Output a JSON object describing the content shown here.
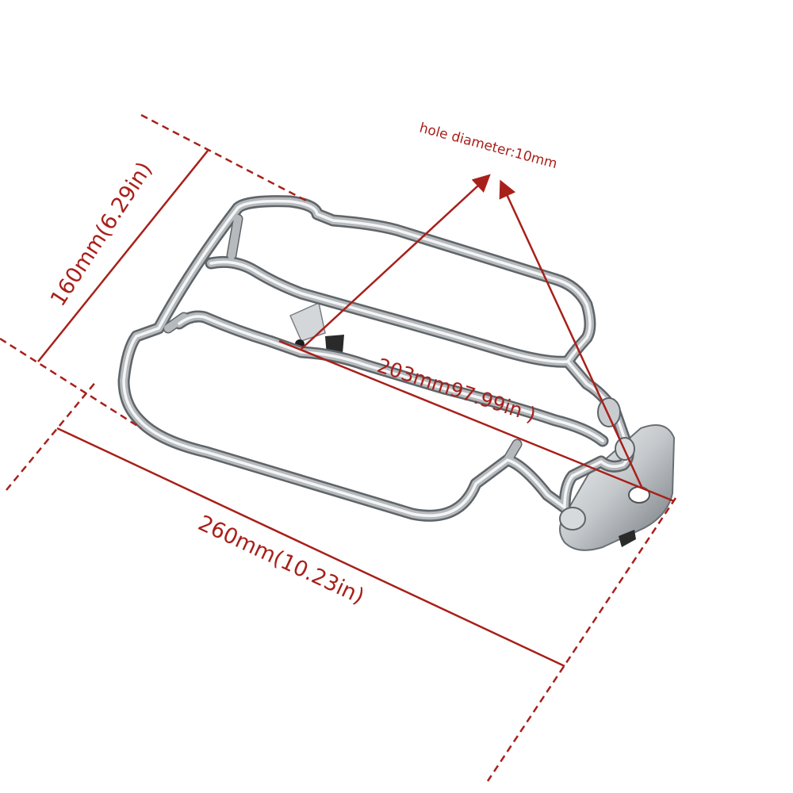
{
  "dimensions": {
    "width_label": "160mm(6.29in)",
    "length_label": "260mm(10.23in)",
    "span_label": "203mm97.99in )",
    "hole_label": "hole diameter:10mm"
  },
  "colors": {
    "dimension": "#a8201a",
    "chrome_dark": "#5f6468",
    "chrome_mid": "#b6babd",
    "chrome_light": "#f4f5f6",
    "rubber": "#2a2a2a"
  }
}
